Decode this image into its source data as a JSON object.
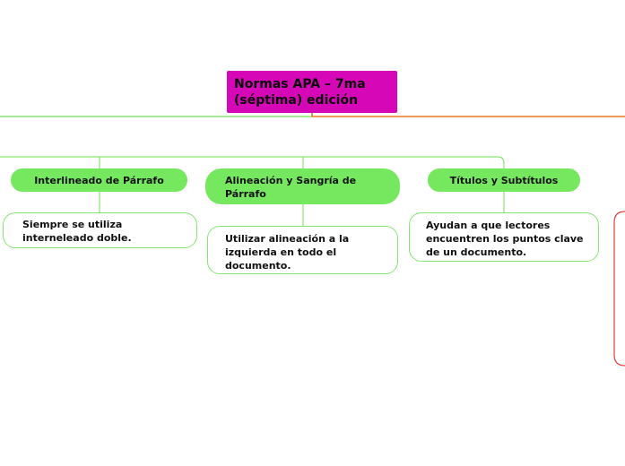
{
  "root": {
    "label": "Normas APA – 7ma (séptima) edición"
  },
  "topics": [
    {
      "label": "Interlineado de Párrafo",
      "note": "Siempre se utiliza interneleado doble."
    },
    {
      "label": "Alineación y Sangría de Párrafo",
      "note": "Utilizar alineación a la izquierda en todo el documento."
    },
    {
      "label": "Títulos y Subtítulos",
      "note": "Ayudan a que lectores encuentren los puntos clave de un documento."
    }
  ],
  "colors": {
    "root_fill": "#d507b6",
    "topic_fill": "#76e85f",
    "left_connector": "#86e672",
    "right_connector": "#e87a22",
    "offscreen_branch": "#e0403a"
  }
}
